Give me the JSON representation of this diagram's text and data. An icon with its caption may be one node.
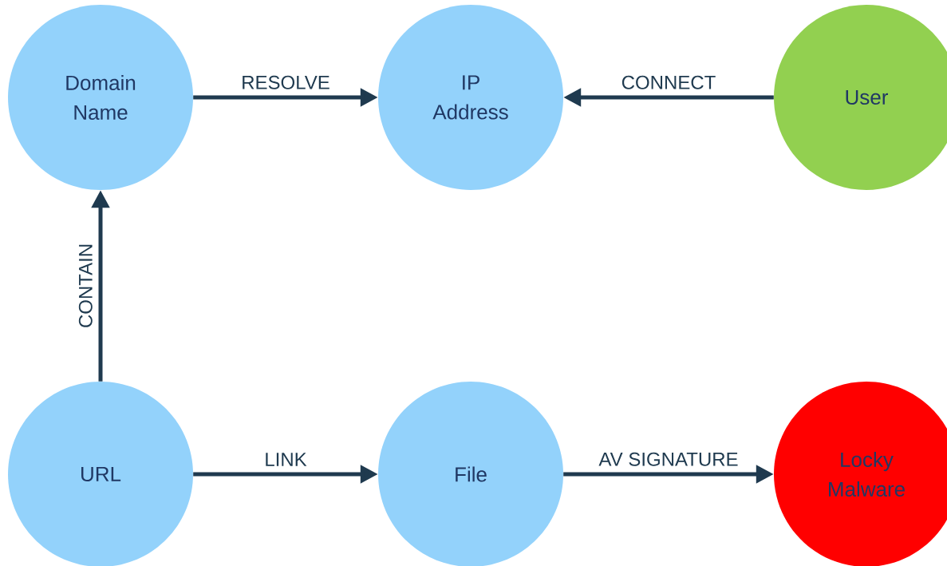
{
  "diagram": {
    "nodes": [
      {
        "text": [
          "Domain Name"
        ]
      },
      {
        "text": [
          "IP Address"
        ]
      },
      {
        "text": [
          "User"
        ]
      },
      {
        "text": [
          "URL"
        ]
      },
      {
        "text": [
          "File"
        ]
      },
      {
        "text": [
          "Locky Malware"
        ]
      }
    ],
    "edges": [
      {
        "from": 0,
        "to": 1,
        "arrow": "to",
        "label": "RESOLVE"
      },
      {
        "from": 2,
        "to": 1,
        "arrow": "to",
        "label": "CONNECT"
      },
      {
        "from": 3,
        "to": 0,
        "arrow": "to",
        "label": "CONTAIN"
      },
      {
        "from": 3,
        "to": 4,
        "arrow": "to",
        "label": "LINK"
      },
      {
        "from": 4,
        "to": 5,
        "arrow": "to",
        "label": "AV SIGNATURE"
      }
    ]
  }
}
